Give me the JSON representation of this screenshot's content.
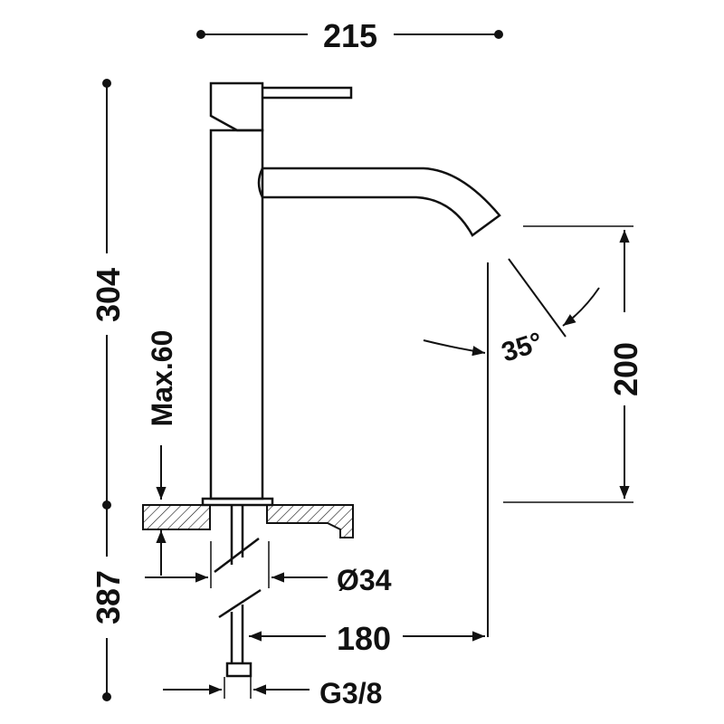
{
  "dimensions": {
    "width_top": "215",
    "height_upper": "304",
    "height_lower": "387",
    "max_deck": "Max.60",
    "spout_height": "200",
    "swivel_angle": "35°",
    "body_diameter": "Ø34",
    "spout_reach": "180",
    "connection_thread": "G3/8"
  },
  "colors": {
    "line": "#111111",
    "background": "#ffffff"
  }
}
